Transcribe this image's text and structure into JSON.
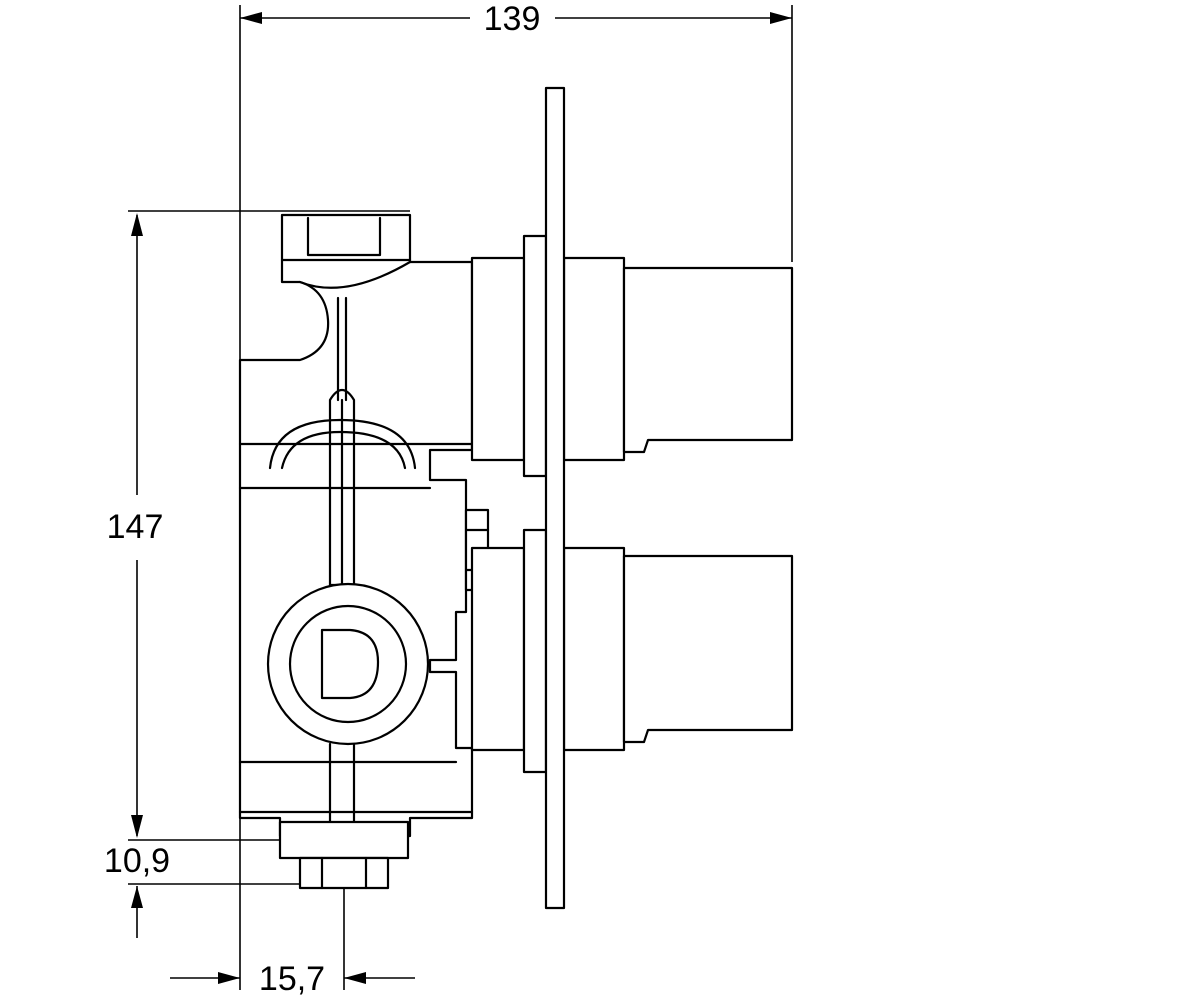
{
  "title": "",
  "dimensions": {
    "overall_depth": "139",
    "overall_height": "147",
    "outlet_offset_vertical": "10,9",
    "outlet_offset_horizontal": "15,7"
  },
  "colors": {
    "line": "#000000",
    "background": "#ffffff"
  }
}
